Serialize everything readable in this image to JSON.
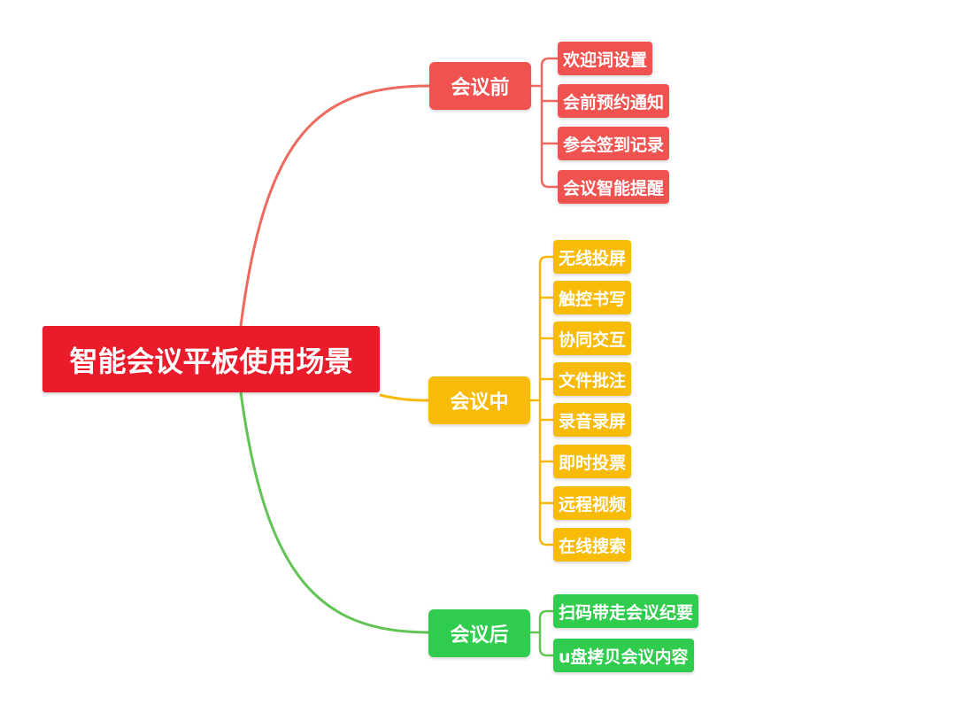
{
  "root": {
    "label": "智能会议平板使用场景"
  },
  "branches": [
    {
      "label": "会议前",
      "color": "#ee5f58",
      "items": [
        "欢迎词设置",
        "会前预约通知",
        "参会签到记录",
        "会议智能提醒"
      ]
    },
    {
      "label": "会议中",
      "color": "#f7b908",
      "items": [
        "无线投屏",
        "触控书写",
        "协同交互",
        "文件批注",
        "录音录屏",
        "即时投票",
        "远程视频",
        "在线搜索"
      ]
    },
    {
      "label": "会议后",
      "color": "#4cc74f",
      "items": [
        "扫码带走会议纪要",
        "u盘拷贝会议内容"
      ]
    }
  ]
}
